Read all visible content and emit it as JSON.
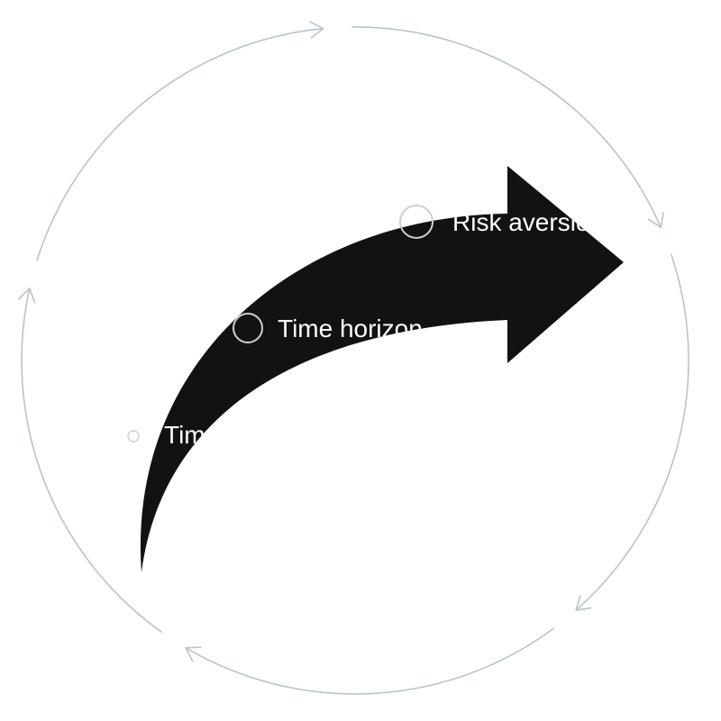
{
  "colors": {
    "background": "#ffffff",
    "cycle_ring": "#b8c4ca",
    "arrow_fill": "#121212",
    "label_text": "#ffffff",
    "marker_stroke": "#c8d2d6"
  },
  "cycle_ring": {
    "arrowhead_count": 5
  },
  "items": [
    {
      "label": "Time"
    },
    {
      "label": "Time horizon"
    },
    {
      "label": "Risk aversion"
    }
  ]
}
